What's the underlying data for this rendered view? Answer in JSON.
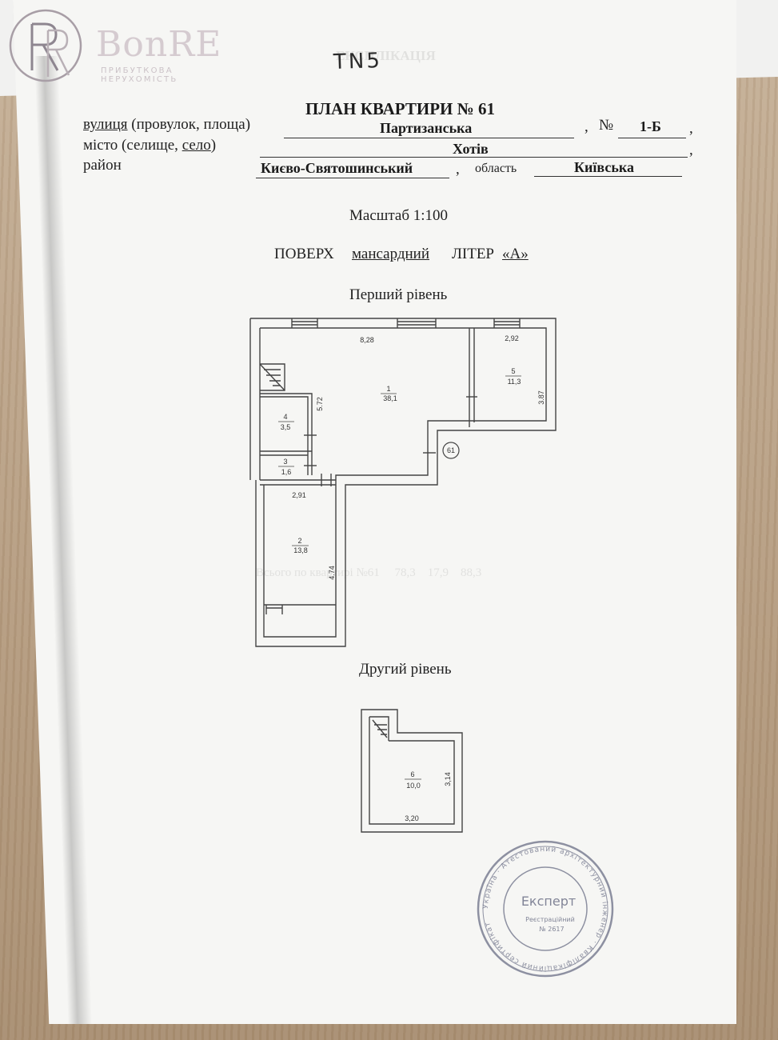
{
  "logo": {
    "brand": "BonRE",
    "tagline": "ПРИБУТКОВА НЕРУХОМІСТЬ"
  },
  "handwriting": "TN5",
  "header": {
    "title": "ПЛАН КВАРТИРИ № 61",
    "street_label_pre": "вулиця",
    "street_label_rest": " (провулок, площа)",
    "street_value": "Партизанська",
    "number_label": "№",
    "number_value": "1-Б",
    "city_label_pre": "місто (селище, ",
    "city_label_under": "село",
    "city_label_post": ")",
    "city_value": "Хотів",
    "district_label": "район",
    "district_value": "Києво-Святошинський",
    "region_label": "область",
    "region_value": "Київська",
    "comma": ","
  },
  "scale": "Масштаб 1:100",
  "floor": {
    "label": "ПОВЕРХ",
    "value": "мансардний",
    "liter_label": "ЛІТЕР",
    "liter_value": "«А»"
  },
  "level1": {
    "title": "Перший рівень",
    "apartment_marker": "61",
    "dims": {
      "top_main": "8,28",
      "top_right": "2,92",
      "main_height": "5.72",
      "right_height": "3.87",
      "lower_width": "2,91",
      "lower_height": "4.74"
    },
    "rooms": [
      {
        "num": "1",
        "area": "38,1"
      },
      {
        "num": "2",
        "area": "13,8"
      },
      {
        "num": "3",
        "area": "1,6"
      },
      {
        "num": "4",
        "area": "3,5"
      },
      {
        "num": "5",
        "area": "11,3"
      }
    ]
  },
  "level2": {
    "title": "Другий рівень",
    "dims": {
      "height": "3,14",
      "width": "3,20"
    },
    "room": {
      "num": "6",
      "area": "10,0"
    }
  },
  "stamp": {
    "outer_text": "Україна · Атестований архітектурний інженер · Кваліфікаційний сертифікат",
    "center_word": "Експерт",
    "reg_label": "Реєстраційний",
    "reg_number": "№ 2617"
  }
}
